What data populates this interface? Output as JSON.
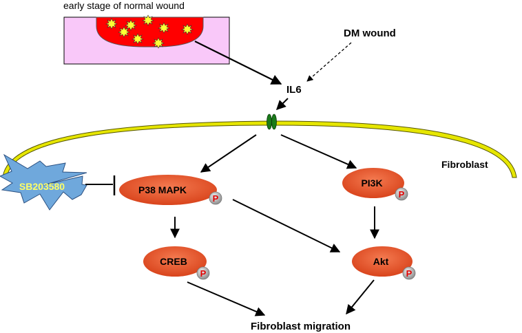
{
  "labels": {
    "normal_wound": "early stage of normal wound",
    "dm_wound": "DM wound",
    "il6": "IL6",
    "fibroblast": "Fibroblast",
    "migration": "Fibroblast migration"
  },
  "nodes": {
    "p38": "P38 MAPK",
    "pi3k": "PI3K",
    "creb": "CREB",
    "akt": "Akt"
  },
  "phospho": "P",
  "inhibitor": "SB203580",
  "colors": {
    "wound_tissue": "#f9c8f9",
    "wound_blood": "#ff0000",
    "node_fill": "#e8532a",
    "membrane": "#e6e600",
    "receptor": "#1a7a1a",
    "inhibitor_fill": "#6fa8dc",
    "phospho_badge": "#b0b0b0"
  }
}
